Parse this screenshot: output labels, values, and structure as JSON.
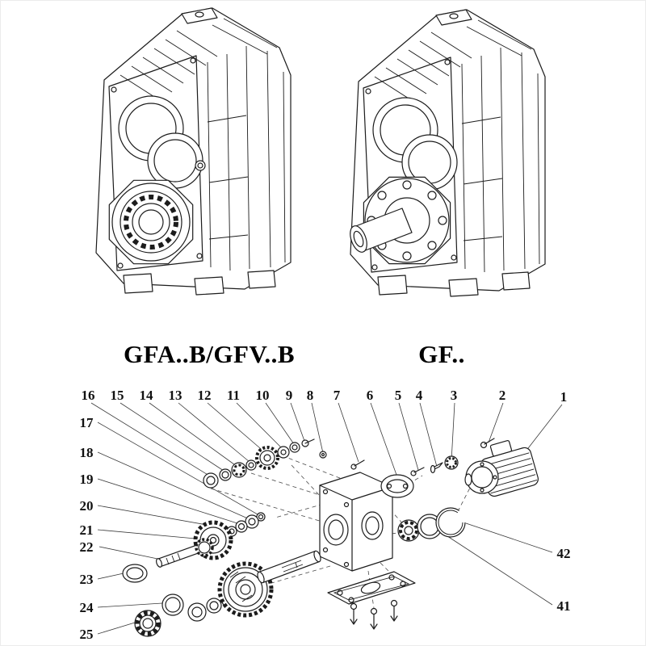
{
  "page": {
    "background": "#ffffff",
    "line_color": "#1c1c1c",
    "description": "Exploded parts diagram of GF series parallel-shaft helical gear reducers"
  },
  "models": {
    "left": "GFA..B/GFV..B",
    "right": "GF.."
  },
  "callouts": {
    "top_row": [
      "16",
      "15",
      "14",
      "13",
      "12",
      "11",
      "10",
      "9",
      "8",
      "7",
      "6",
      "5",
      "4",
      "3",
      "2",
      "1"
    ],
    "left_column": [
      "17",
      "18",
      "19",
      "20",
      "21",
      "22",
      "23",
      "24",
      "25"
    ],
    "right_column": [
      "42",
      "41"
    ]
  }
}
